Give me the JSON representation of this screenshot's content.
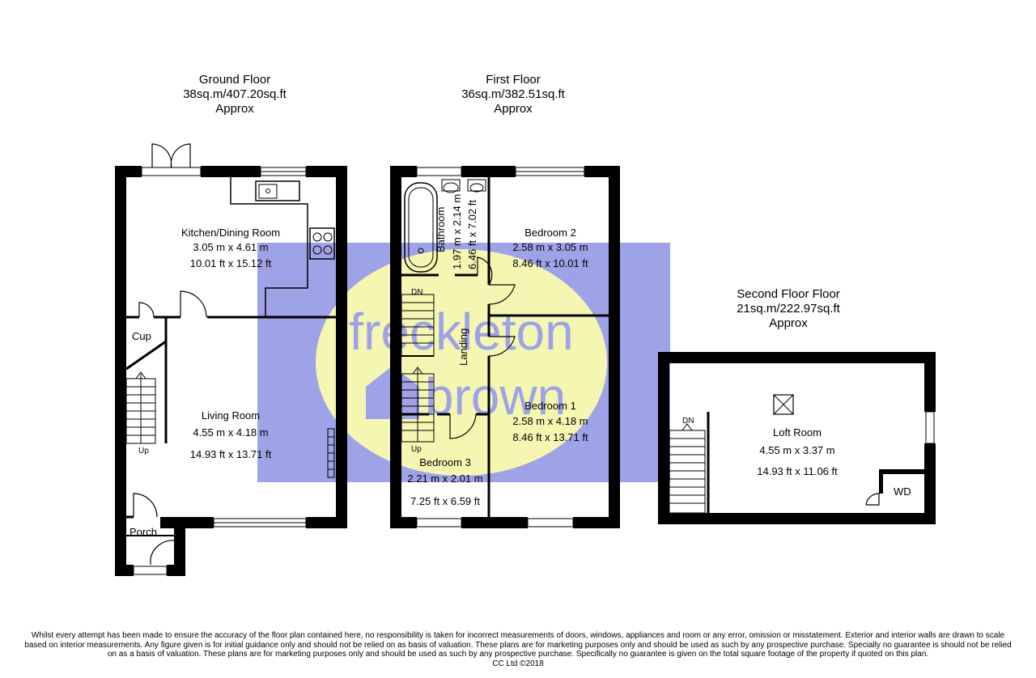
{
  "floors": {
    "ground": {
      "name": "Ground Floor",
      "area": "38sq.m/407.20sq.ft",
      "approx": "Approx"
    },
    "first": {
      "name": "First Floor",
      "area": "36sq.m/382.51sq.ft",
      "approx": "Approx"
    },
    "second": {
      "name": "Second Floor Floor",
      "area": "21sq.m/222.97sq.ft",
      "approx": "Approx"
    }
  },
  "rooms": {
    "kitchen": {
      "name": "Kitchen/Dining Room",
      "metric": "3.05 m  x 4.61 m",
      "imperial": "10.01 ft  x 15.12 ft"
    },
    "living": {
      "name": "Living Room",
      "metric": "4.55 m x 4.18 m",
      "imperial": "14.93 ft x 13.71 ft"
    },
    "cup": {
      "name": "Cup"
    },
    "porch": {
      "name": "Porch"
    },
    "bathroom": {
      "name": "Bathroom",
      "metric": "1.97 m  x 2.14 m",
      "imperial": "6.46 ft  x 7.02 ft"
    },
    "bedroom2": {
      "name": "Bedroom 2",
      "metric": "2.58 m  x 3.05 m",
      "imperial": "8.46 ft  x 10.01 ft"
    },
    "landing": {
      "name": "Landing"
    },
    "bedroom1": {
      "name": "Bedroom 1",
      "metric": "2.58 m  x 4.18 m",
      "imperial": "8.46 ft  x 13.71 ft"
    },
    "bedroom3": {
      "name": "Bedroom 3",
      "metric": "2.21 m x 2.01 m",
      "imperial": "7.25 ft x 6.59 ft"
    },
    "loft": {
      "name": "Loft Room",
      "metric": "4.55 m x 3.37 m",
      "imperial": "14.93 ft x 11.06 ft"
    },
    "wd": {
      "name": "WD"
    }
  },
  "stairs": {
    "up": "Up",
    "dn": "DN"
  },
  "watermark": {
    "line1": "freckleton",
    "line2": "brown"
  },
  "colors": {
    "watermark_blue": "#9ea2e6",
    "watermark_yellow": "#f6f6b3",
    "wall": "#000000"
  },
  "disclaimer": {
    "line1": "Whilst every attempt has been made to ensure the accuracy of the floor plan contained here, no responsibility is taken for incorrect measurements of doors, windows, appliances and room or any error, omission or misstatement. Exterior and interior walls are drawn to scale",
    "line2": "based on interior measurements. Any figure given is for initial guidance only and should not be relied on as basis of valuation. These plans are for marketing purposes only and should be used as such by any prospective purchase. Specially no guarantee is should not be relied",
    "line3": "on as a basis of valuation. These plans are for marketing purposes only and should be used as such by any prospective purchase. Specifically no guarantee is given on the total square footage of the property if quoted on this plan.",
    "line4": "CC Ltd ©2018"
  }
}
